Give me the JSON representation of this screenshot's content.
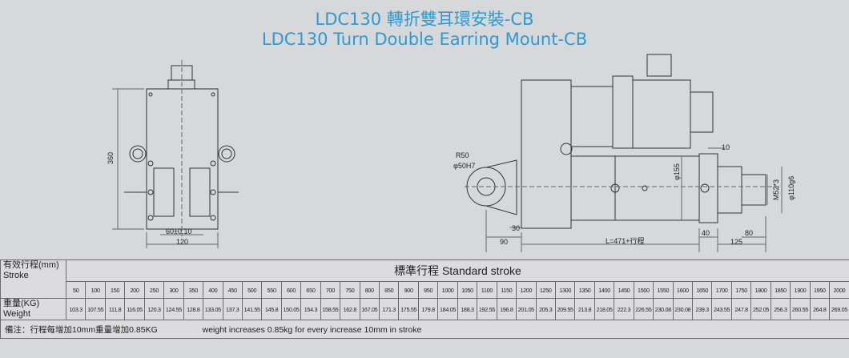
{
  "title": {
    "zh": "LDC130 轉折雙耳環安裝-CB",
    "en": "LDC130 Turn Double Earring Mount-CB"
  },
  "drawing": {
    "front_labels": {
      "height": "360",
      "spacing": "60±0.10",
      "width": "120"
    },
    "side_labels": {
      "radius": "R50",
      "bore": "φ50H7",
      "body_dia": "φ155",
      "flange": "10",
      "thread": "M52*3",
      "rod": "φ110g6",
      "d30": "30",
      "d90": "90",
      "length": "L=471+行程",
      "d40": "40",
      "d80": "80",
      "d125": "125"
    }
  },
  "table": {
    "stroke_header_zh": "有效行程(mm)",
    "stroke_header_en": "Stroke",
    "standard_stroke": "標準行程   Standard stroke",
    "weight_header_zh": "重量(KG)",
    "weight_header_en": "Weight",
    "strokes": [
      "50",
      "100",
      "150",
      "200",
      "250",
      "300",
      "350",
      "400",
      "450",
      "500",
      "550",
      "600",
      "650",
      "700",
      "750",
      "800",
      "850",
      "900",
      "950",
      "1000",
      "1050",
      "1100",
      "1150",
      "1200",
      "1250",
      "1300",
      "1350",
      "1400",
      "1450",
      "1500",
      "1550",
      "1600",
      "1650",
      "1700",
      "1750",
      "1800",
      "1850",
      "1900",
      "1950",
      "2000"
    ],
    "weights": [
      "103.3",
      "107.55",
      "111.8",
      "116.05",
      "120.3",
      "124.55",
      "128.8",
      "133.05",
      "137.3",
      "141.55",
      "145.8",
      "150.05",
      "154.3",
      "158.55",
      "162.8",
      "167.05",
      "171.3",
      "175.55",
      "179.8",
      "184.05",
      "188.3",
      "192.55",
      "196.8",
      "201.05",
      "205.3",
      "209.55",
      "213.8",
      "218.05",
      "222.3",
      "226.55",
      "230.08",
      "230.08",
      "239.3",
      "243.55",
      "247.8",
      "252.05",
      "256.3",
      "260.55",
      "264.8",
      "269.05"
    ],
    "note_zh": "備注：行程每增加10mm重量增加0.85KG",
    "note_en": "weight increases 0.85kg for every increase 10mm in stroke"
  }
}
